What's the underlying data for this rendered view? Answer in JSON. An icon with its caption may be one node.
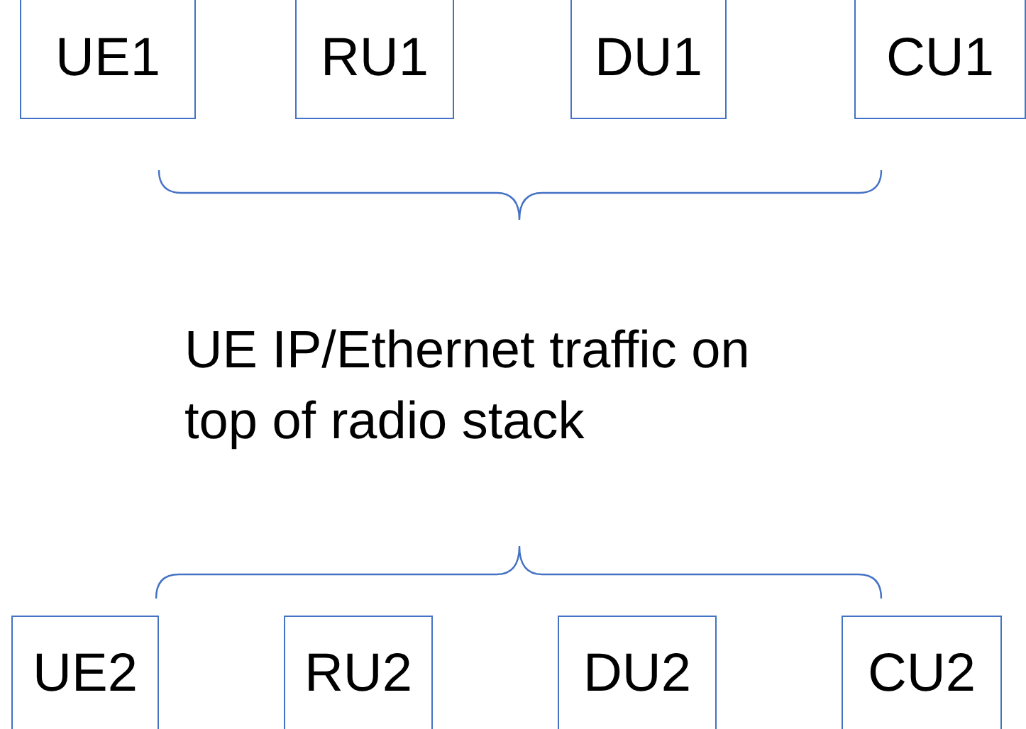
{
  "diagram": {
    "nodes": [
      {
        "text": [
          "UE1"
        ]
      },
      {
        "text": [
          "RU1"
        ]
      },
      {
        "text": [
          "DU1"
        ]
      },
      {
        "text": [
          "CU1"
        ]
      },
      {
        "text": [
          "UE2"
        ]
      },
      {
        "text": [
          "RU2"
        ]
      },
      {
        "text": [
          "DU2"
        ]
      },
      {
        "text": [
          "CU2"
        ]
      }
    ],
    "edges": [],
    "labels": [
      "UE IP/Ethernet traffic on top of radio stack"
    ]
  }
}
